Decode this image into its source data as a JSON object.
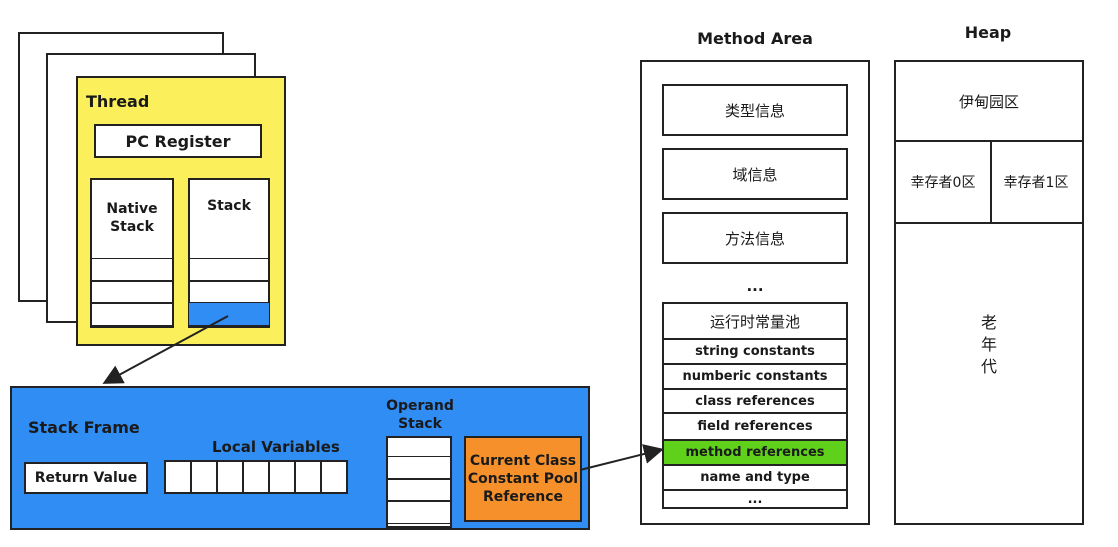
{
  "thread": {
    "title": "Thread",
    "pc_register": "PC Register",
    "native_stack": "Native\nStack",
    "stack": "Stack"
  },
  "stack_frame": {
    "title": "Stack Frame",
    "return_value": "Return Value",
    "local_variables": "Local Variables",
    "operand_stack": "Operand\nStack",
    "current_class_ref": "Current Class\nConstant Pool\nReference"
  },
  "method_area": {
    "title": "Method Area",
    "items": [
      "类型信息",
      "域信息",
      "方法信息"
    ],
    "ellipsis": "...",
    "pool_title": "运行时常量池",
    "pool_items": [
      "string constants",
      "numberic constants",
      "class references",
      "field references",
      "method references",
      "name and type",
      "..."
    ]
  },
  "heap": {
    "title": "Heap",
    "eden": "伊甸园区",
    "survivor0": "幸存者0区",
    "survivor1": "幸存者1区",
    "old_gen": "老\n年\n代"
  },
  "colors": {
    "thread_bg": "#fbef5b",
    "stack_frame_bg": "#2f8df3",
    "stack_highlight": "#2f8df3",
    "current_class_bg": "#f5902a",
    "method_ref_bg": "#5fd11b"
  }
}
